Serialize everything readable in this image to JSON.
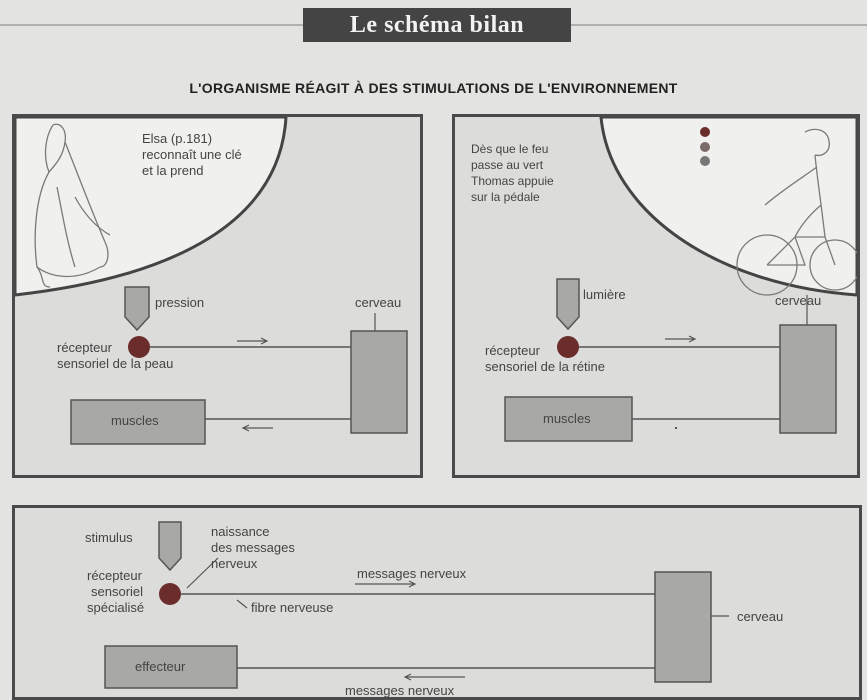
{
  "banner": {
    "title": "Le schéma bilan"
  },
  "subtitle": "L'ORGANISME RÉAGIT À DES STIMULATIONS DE L'ENVIRONNEMENT",
  "left_panel": {
    "caption": [
      "Elsa (p.181)",
      "reconnaît une clé",
      "et la prend"
    ],
    "stimulus": "pression",
    "receptor": [
      "récepteur",
      "sensoriel de la peau"
    ],
    "brain": "cerveau",
    "effector": "muscles"
  },
  "right_panel": {
    "caption": [
      "Dès que le feu",
      "passe au vert",
      "Thomas appuie",
      "sur la pédale"
    ],
    "stimulus": "lumière",
    "receptor": [
      "récepteur",
      "sensoriel de la rétine"
    ],
    "brain": "cerveau",
    "effector": "muscles"
  },
  "bottom_panel": {
    "stimulus": "stimulus",
    "receptor": [
      "récepteur",
      "sensoriel",
      "spécialisé"
    ],
    "birth": [
      "naissance",
      "des messages",
      "nerveux"
    ],
    "fiber": "fibre nerveuse",
    "messages_top": "messages nerveux",
    "messages_bottom": "messages nerveux",
    "brain": "cerveau",
    "effector": "effecteur"
  },
  "colors": {
    "box_fill": "#a8a8a6",
    "receptor": "#6b2c2c",
    "frame": "#4a4a4a"
  }
}
